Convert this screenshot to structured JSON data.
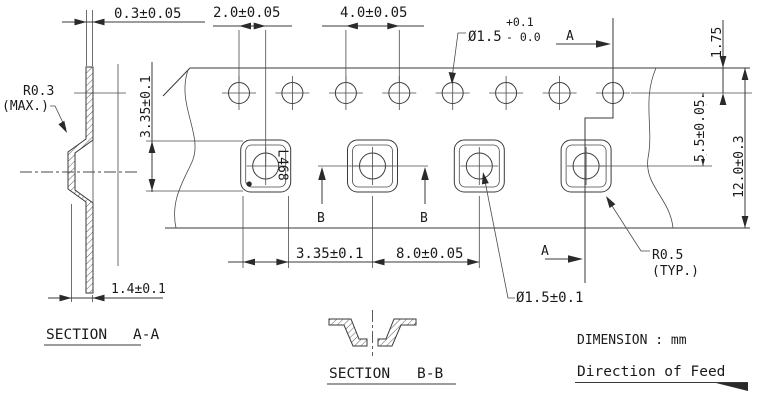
{
  "drawing": {
    "dims": {
      "tape_thickness": "0.3±0.05",
      "hole_to_pocket_offset": "2.0±0.05",
      "sprocket_pitch": "4.0±0.05",
      "sprocket_hole_dia": {
        "main": "Ø1.5",
        "tol_upper": "+0.1",
        "tol_lower": "- 0.0"
      },
      "edge_to_hole_center": "1.75",
      "pocket_height": "3.35±0.1",
      "hole_center_to_pocket_center": "5.5±0.05",
      "tape_width": "12.0±0.3",
      "pocket_width": "3.35±0.1",
      "pocket_pitch": "8.0±0.05",
      "pocket_center_hole_dia": "Ø1.5±0.1",
      "pocket_corner_radius": "R0.5",
      "pocket_corner_radius_note": "(TYP.)",
      "bend_radius": "R0.3",
      "bend_radius_note": "(MAX.)",
      "pocket_depth": "1.4±0.1"
    },
    "sections": {
      "a": "A",
      "b": "B",
      "section_word": "SECTION",
      "aa": "A-A",
      "bb": "B-B"
    },
    "notes": {
      "dimension_unit": "DIMENSION : mm",
      "direction_of_feed": "Direction of Feed"
    },
    "component_marking": "L468"
  }
}
